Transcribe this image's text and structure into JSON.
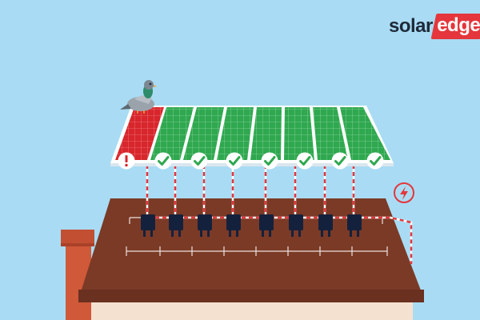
{
  "brand": {
    "logo_part1": "solar",
    "logo_part2": "edge",
    "colors": {
      "dark": "#1e2a3a",
      "accent": "#e4363c"
    }
  },
  "scene": {
    "sky_color": "#a9dcf4",
    "panel_count": 8,
    "faulty_panel_index": 0,
    "fault_icon": "exclamation-icon",
    "ok_icon": "check-icon",
    "grid_icon": "lightning-icon",
    "obstruction": "pigeon",
    "colors": {
      "panel_ok": "#2fa84f",
      "panel_fault": "#d7262c",
      "check_badge": "#2fa84f",
      "roof": "#7b3a26",
      "chimney": "#d0593a",
      "cable": "#e4363c"
    }
  }
}
